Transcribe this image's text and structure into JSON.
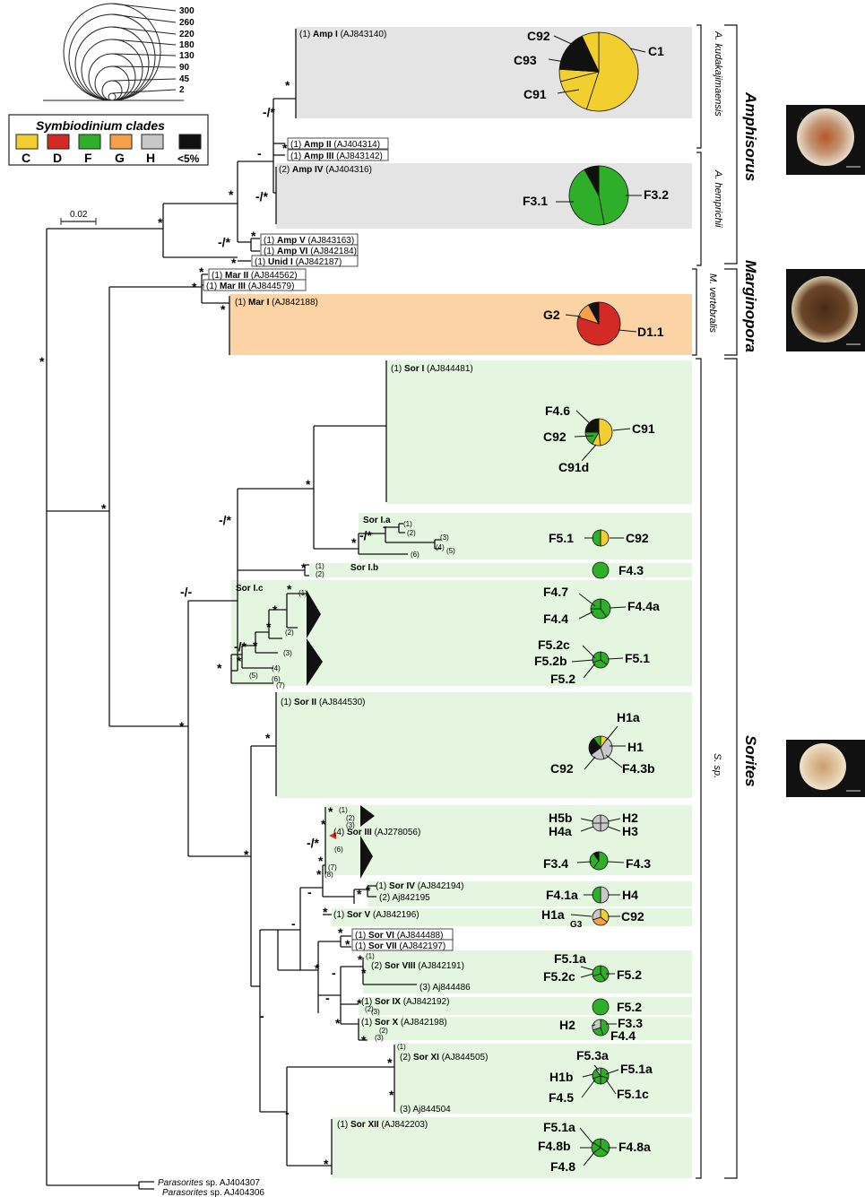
{
  "scale_legend": {
    "values": [
      "300",
      "260",
      "220",
      "180",
      "130",
      "90",
      "45",
      "2"
    ],
    "bar_label": "0.02"
  },
  "clade_legend": {
    "title": "Symbiodinium clades",
    "items": [
      {
        "label": "C",
        "color": "#f2cf2e"
      },
      {
        "label": "D",
        "color": "#d42a26"
      },
      {
        "label": "F",
        "color": "#2fae2a"
      },
      {
        "label": "G",
        "color": "#f6a04a"
      },
      {
        "label": "H",
        "color": "#c8c8c8"
      },
      {
        "label": "<5%",
        "color": "#111111"
      }
    ]
  },
  "genera": {
    "amphisorus": "Amphisorus",
    "marginopora": "Marginopora",
    "sorites": "Sorites"
  },
  "species": {
    "a_kuda": "A. kudakajimaensis",
    "a_hemp": "A. hemprichii",
    "m_vert": "M. vertebralis",
    "s_sp": "S. sp."
  },
  "taxa": {
    "amp1": {
      "n": "(1)",
      "name": "Amp I",
      "acc": "(AJ843140)"
    },
    "amp2": {
      "n": "(1)",
      "name": "Amp II",
      "acc": "(AJ404314)"
    },
    "amp3": {
      "n": "(1)",
      "name": "Amp III",
      "acc": "(AJ843142)"
    },
    "amp4": {
      "n": "(2)",
      "name": "Amp IV",
      "acc": "(AJ404316)"
    },
    "amp5": {
      "n": "(1)",
      "name": "Amp V",
      "acc": "(AJ843163)"
    },
    "amp6": {
      "n": "(1)",
      "name": "Amp VI",
      "acc": "(AJ842184)"
    },
    "unid1": {
      "n": "(1)",
      "name": "Unid I",
      "acc": "(AJ842187)"
    },
    "mar2": {
      "n": "(1)",
      "name": "Mar II",
      "acc": "(AJ844562)"
    },
    "mar3": {
      "n": "(1)",
      "name": "Mar III",
      "acc": "(AJ844579)"
    },
    "mar1": {
      "n": "(1)",
      "name": "Mar I",
      "acc": "(AJ842188)"
    },
    "sor1": {
      "n": "(1)",
      "name": "Sor I",
      "acc": "(AJ844481)"
    },
    "sor1a": {
      "name": "Sor I.a"
    },
    "sor1b": {
      "name": "Sor I.b"
    },
    "sor1c": {
      "name": "Sor I.c"
    },
    "sor2": {
      "n": "(1)",
      "name": "Sor II",
      "acc": "(AJ844530)"
    },
    "sor3": {
      "n": "(4)",
      "name": "Sor III",
      "acc": "(AJ278056)"
    },
    "sor4": {
      "n": "(1)",
      "name": "Sor IV",
      "acc": "(AJ842194)"
    },
    "sor4b": {
      "n": "(2)",
      "acc": "Aj842195"
    },
    "sor5": {
      "n": "(1)",
      "name": "Sor V",
      "acc": "(AJ842196)"
    },
    "sor6": {
      "n": "(1)",
      "name": "Sor VI",
      "acc": "(AJ844488)"
    },
    "sor7": {
      "n": "(1)",
      "name": "Sor VII",
      "acc": "(AJ842197)"
    },
    "sor8": {
      "n": "(2)",
      "name": "Sor VIII",
      "acc": "(AJ842191)"
    },
    "sor8b": {
      "n": "(3)",
      "acc": "Aj844486"
    },
    "sor9": {
      "n": "(1)",
      "name": "Sor IX",
      "acc": "(AJ842192)"
    },
    "sor10": {
      "n": "(1)",
      "name": "Sor X",
      "acc": "(AJ842198)"
    },
    "sor11": {
      "n": "(2)",
      "name": "Sor XI",
      "acc": "(AJ844505)"
    },
    "sor11b": {
      "n": "(3)",
      "acc": "Aj844504"
    },
    "sor12": {
      "n": "(1)",
      "name": "Sor XII",
      "acc": "(AJ842203)"
    },
    "para1": {
      "name": "Parasorites",
      "acc": "sp. AJ404307"
    },
    "para2": {
      "name": "Parasorites",
      "acc": "sp. AJ404306"
    }
  },
  "small_nums": [
    "(1)",
    "(2)",
    "(3)",
    "(4)",
    "(5)",
    "(6)",
    "(7)",
    "(8)"
  ],
  "support": {
    "star": "*",
    "dash": "-",
    "slash": "-/*",
    "dd": "-/-"
  },
  "pie_labels": {
    "p1": [
      "C92",
      "C93",
      "C91",
      "C1"
    ],
    "p2": [
      "F3.1",
      "F3.2"
    ],
    "p3": [
      "G2",
      "D1.1"
    ],
    "p4": [
      "F4.6",
      "C92",
      "C91d",
      "C91"
    ],
    "p5": [
      "F5.1",
      "C92"
    ],
    "p6": [
      "F4.3"
    ],
    "p7": [
      "F4.7",
      "F4.4",
      "F4.4a"
    ],
    "p8": [
      "F5.2c",
      "F5.2b",
      "F5.2",
      "F5.1"
    ],
    "p9": [
      "H1a",
      "H1",
      "C92",
      "F4.3b"
    ],
    "p10": [
      "H5b",
      "H4a",
      "H2",
      "H3"
    ],
    "p11": [
      "F3.4",
      "F4.3"
    ],
    "p12": [
      "F4.1a",
      "H4"
    ],
    "p13": [
      "H1a",
      "G3",
      "C92"
    ],
    "p14": [
      "F5.1a",
      "F5.2c",
      "F5.2"
    ],
    "p15": [
      "F5.2"
    ],
    "p16": [
      "H2",
      "F3.3",
      "F4.4"
    ],
    "p17": [
      "F5.3a",
      "H1b",
      "F4.5",
      "F5.1a",
      "F5.1c"
    ],
    "p18": [
      "F5.1a",
      "F4.8b",
      "F4.8",
      "F4.8a"
    ]
  }
}
